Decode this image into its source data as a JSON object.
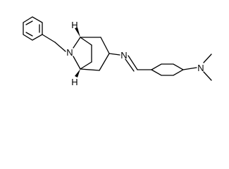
{
  "molecule": {
    "atoms": {
      "bridge_nitrogen": "N",
      "bridgehead_h_top": "H",
      "bridgehead_h_bottom": "H",
      "imine_nitrogen": "N",
      "amine_nitrogen": "N"
    },
    "colors": {
      "bond": "#000000",
      "label": "#000000",
      "background": "#ffffff"
    }
  }
}
